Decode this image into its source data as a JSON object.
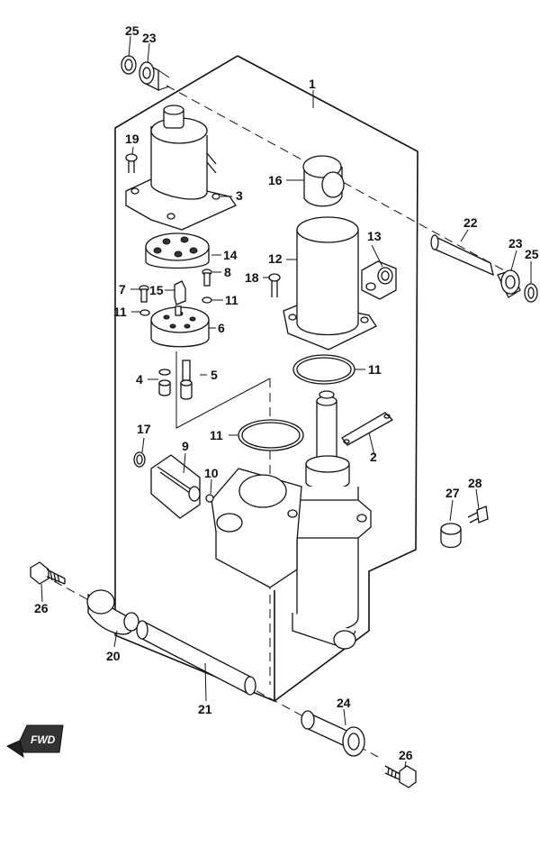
{
  "diagram": {
    "callouts": {
      "c1": "1",
      "c2": "2",
      "c3": "3",
      "c4": "4",
      "c5": "5",
      "c6": "6",
      "c7": "7",
      "c8": "8",
      "c9": "9",
      "c10": "10",
      "c11a": "11",
      "c11b": "11",
      "c11c": "11",
      "c11d": "11",
      "c12": "12",
      "c13": "13",
      "c14": "14",
      "c15": "15",
      "c16": "16",
      "c17": "17",
      "c18": "18",
      "c19": "19",
      "c20": "20",
      "c21": "21",
      "c22": "22",
      "c23a": "23",
      "c23b": "23",
      "c24": "24",
      "c25a": "25",
      "c25b": "25",
      "c26a": "26",
      "c26b": "26",
      "c27": "27",
      "c28": "28"
    },
    "direction_badge": "FWD"
  }
}
